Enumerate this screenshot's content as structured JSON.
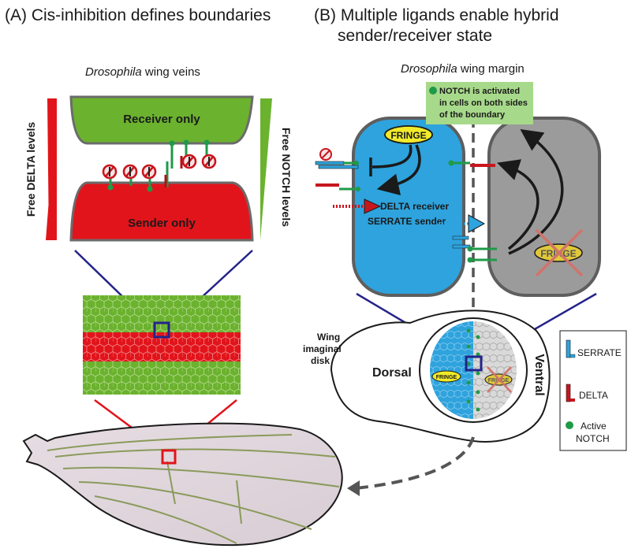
{
  "panel_a": {
    "title": "(A) Cis-inhibition defines boundaries",
    "subtitle_italic": "Drosophila",
    "subtitle_rest": " wing veins",
    "receiver_label": "Receiver only",
    "sender_label": "Sender only",
    "left_gradient_label": "Free DELTA levels",
    "right_gradient_label": "Free NOTCH levels"
  },
  "panel_b": {
    "title_line1": "(B) Multiple ligands enable hybrid",
    "title_line2": "sender/receiver state",
    "subtitle_italic": "Drosophila",
    "subtitle_rest": " wing margin",
    "notch_note_line1": "NOTCH is activated",
    "notch_note_line2": "in cells on both sides",
    "notch_note_line3": "of the boundary",
    "fringe_label": "FRINGE",
    "fringe_label_crossed": "FRINGE",
    "delta_receiver_label": "DELTA receiver",
    "serrate_sender_label": "SERRATE sender"
  },
  "disc": {
    "wing_label_line1": "Wing",
    "wing_label_line2": "imaginal",
    "wing_label_line3": "disk",
    "dorsal_label": "Dorsal",
    "ventral_label": "Ventral",
    "fringe_small": "FRINGE",
    "fringe_small_crossed": "FRINGE"
  },
  "legend": {
    "serrate": "SERRATE",
    "delta": "DELTA",
    "active_notch_line1": "Active",
    "active_notch_line2": "NOTCH"
  },
  "colors": {
    "green": "#6bb22e",
    "red": "#e2141b",
    "blue": "#2ea3dd",
    "gray": "#9b9b9b",
    "notch_green": "#1f9a48",
    "navy": "#23238a",
    "wing_fill": "#e2d9df",
    "vein": "#8a9a5b",
    "fringe_yellow": "#f2ea2a"
  }
}
